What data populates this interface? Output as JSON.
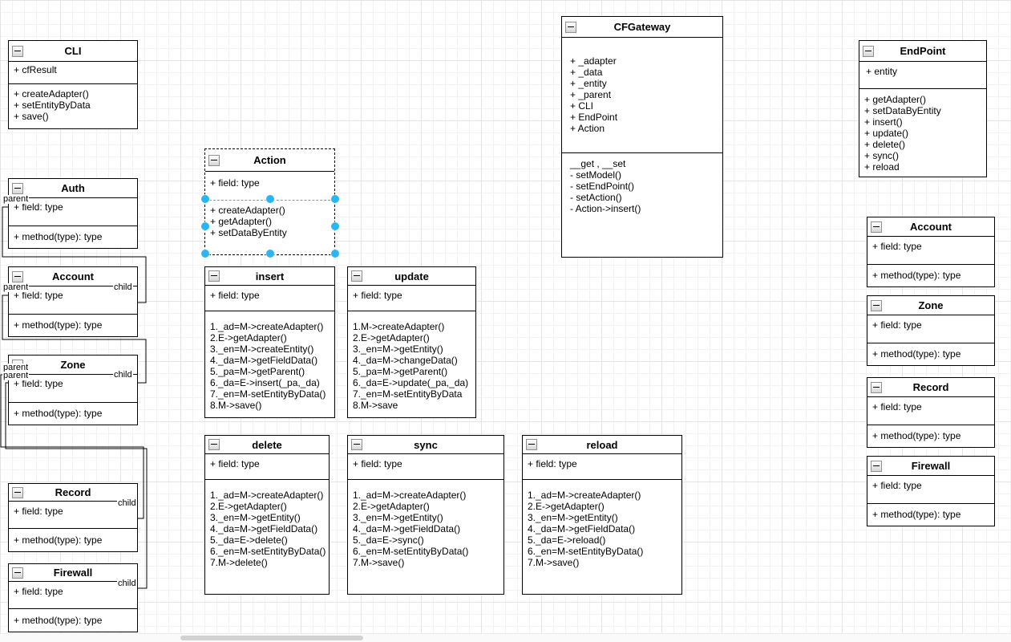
{
  "colors": {
    "selection": "#29b6f2",
    "edge": "#000000",
    "grid_minor": "#f2f2f2",
    "grid_major": "#e4e4e4"
  },
  "classes": {
    "cli": {
      "title": "CLI",
      "fields": [
        "+ cfResult"
      ],
      "methods": [
        "+ createAdapter()",
        "+ setEntityByData",
        "+ save()"
      ]
    },
    "auth": {
      "title": "Auth",
      "fields": [
        "+ field: type"
      ],
      "methods": [
        "+ method(type): type"
      ]
    },
    "account_left": {
      "title": "Account",
      "fields": [
        "+ field: type"
      ],
      "methods": [
        "+ method(type): type"
      ]
    },
    "zone_left": {
      "title": "Zone",
      "fields": [
        "+ field: type"
      ],
      "methods": [
        "+ method(type): type"
      ]
    },
    "record_left": {
      "title": "Record",
      "fields": [
        "+ field: type"
      ],
      "methods": [
        "+ method(type): type"
      ]
    },
    "firewall_left": {
      "title": "Firewall",
      "fields": [
        "+ field: type"
      ],
      "methods": [
        "+ method(type): type"
      ]
    },
    "action": {
      "title": "Action",
      "fields": [
        "+ field: type"
      ],
      "methods": [
        "+ createAdapter()",
        "+ getAdapter()",
        "+ setDataByEntity"
      ]
    },
    "insert": {
      "title": "insert",
      "fields": [
        "+ field: type"
      ],
      "methods": [
        "1._ad=M->createAdapter()",
        "2.E->getAdapter()",
        "3._en=M->createEntity()",
        "4._da=M->getFieldData()",
        "5._pa=M->getParent()",
        "6._da=E->insert(_pa,_da)",
        "7._en=M-setEntityByData()",
        "8.M->save()"
      ]
    },
    "update": {
      "title": "update",
      "fields": [
        "+ field: type"
      ],
      "methods": [
        "1.M->createAdapter()",
        "2.E->getAdapter()",
        "3._en=M->getEntity()",
        "4._da=M->changeData()",
        "5._pa=M->getParent()",
        "6._da=E->update(_pa,_da)",
        "7._en=M-setEntityByData",
        "8.M->save"
      ]
    },
    "delete": {
      "title": "delete",
      "fields": [
        "+ field: type"
      ],
      "methods": [
        "1._ad=M->createAdapter()",
        "2.E->getAdapter()",
        "3._en=M->getEntity()",
        "4._da=M->getFieldData()",
        "5._da=E->delete()",
        "6._en=M-setEntityByData()",
        "7.M->delete()"
      ]
    },
    "sync": {
      "title": "sync",
      "fields": [
        "+ field: type"
      ],
      "methods": [
        "1._ad=M->createAdapter()",
        "2.E->getAdapter()",
        "3._en=M->getEntity()",
        "4._da=M->getFieldData()",
        "5._da=E->sync()",
        "6._en=M-setEntityByData()",
        "7.M->save()"
      ]
    },
    "reload": {
      "title": "reload",
      "fields": [
        "+ field: type"
      ],
      "methods": [
        "1._ad=M->createAdapter()",
        "2.E->getAdapter()",
        "3._en=M->getEntity()",
        "4._da=M->getFieldData()",
        "5._da=E->reload()",
        "6._en=M-setEntityByData()",
        "7.M->save()"
      ]
    },
    "cfgateway": {
      "title": "CFGateway",
      "fields": [
        "+ _adapter",
        "+ _data",
        "+ _entity",
        "+ _parent",
        "+ CLI",
        "+ EndPoint",
        "+ Action"
      ],
      "methods": [
        "__get , __set",
        "- setModel()",
        "- setEndPoint()",
        "- setAction()",
        "- Action->insert()"
      ]
    },
    "endpoint": {
      "title": "EndPoint",
      "fields": [
        "+ entity"
      ],
      "methods": [
        "+ getAdapter()",
        "+ setDataByEntity",
        "+ insert()",
        "+ update()",
        "+ delete()",
        "+ sync()",
        "+ reload"
      ]
    },
    "account_right": {
      "title": "Account",
      "fields": [
        "+ field: type"
      ],
      "methods": [
        "+ method(type): type"
      ]
    },
    "zone_right": {
      "title": "Zone",
      "fields": [
        "+ field: type"
      ],
      "methods": [
        "+ method(type): type"
      ]
    },
    "record_right": {
      "title": "Record",
      "fields": [
        "+ field: type"
      ],
      "methods": [
        "+ method(type): type"
      ]
    },
    "firewall_right": {
      "title": "Firewall",
      "fields": [
        "+ field: type"
      ],
      "methods": [
        "+ method(type): type"
      ]
    }
  },
  "edge_labels": {
    "auth_parent": "parent",
    "account_parent": "parent",
    "account_child": "child",
    "zone_parent_1": "parent",
    "zone_parent_2": "parent",
    "zone_child": "child",
    "record_child": "child",
    "firewall_child": "child"
  }
}
